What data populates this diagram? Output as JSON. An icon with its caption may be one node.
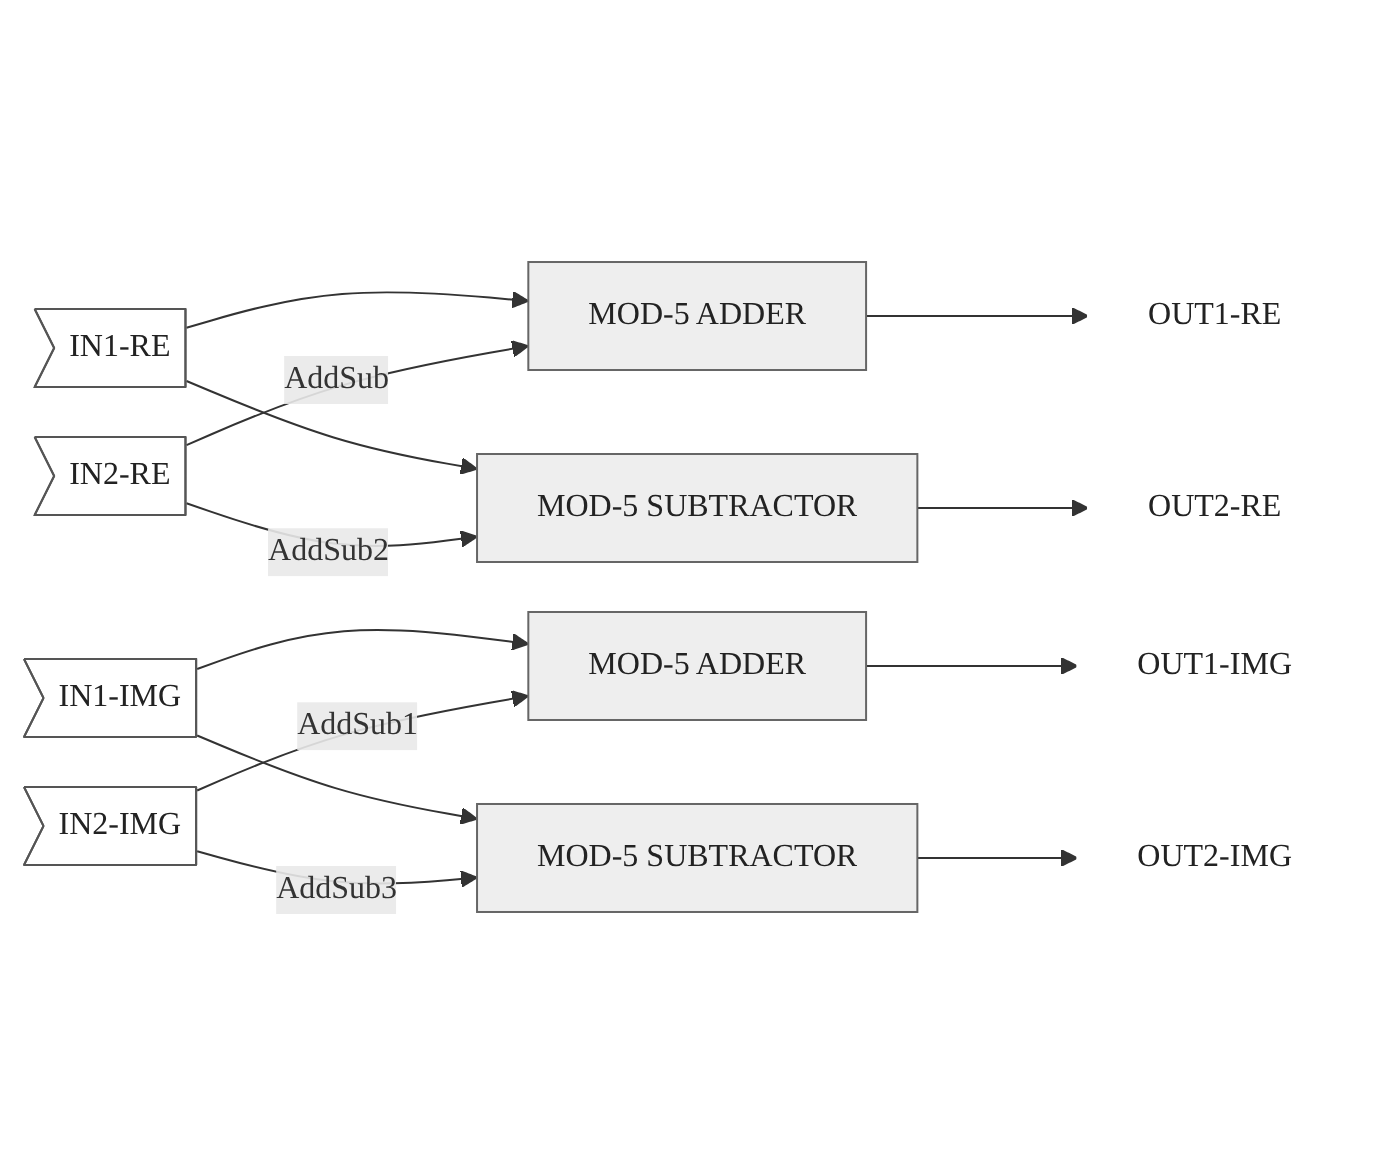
{
  "diagram": {
    "nodes": [
      {
        "text": [
          "IN1-RE"
        ]
      },
      {
        "text": [
          "IN1-IMG"
        ]
      },
      {
        "text": [
          "IN2-RE"
        ]
      },
      {
        "text": [
          "IN2-IMG"
        ]
      },
      {
        "text": [
          "MOD-5 ADDER"
        ]
      },
      {
        "text": [
          "MOD-5 ADDER"
        ]
      },
      {
        "text": [
          "MOD-5 SUBTRACTOR"
        ]
      },
      {
        "text": [
          "MOD-5 SUBTRACTOR"
        ]
      },
      {
        "text": [
          "OUT1-RE"
        ]
      },
      {
        "text": [
          "OUT1-IMG"
        ]
      },
      {
        "text": [
          "OUT2-RE"
        ]
      },
      {
        "text": [
          "OUT2-IMG"
        ]
      }
    ],
    "edges": [
      {
        "from": 0,
        "to": 4,
        "arrow": "to"
      },
      {
        "from": 2,
        "to": 4,
        "arrow": "to",
        "label": "AddSub"
      },
      {
        "from": 1,
        "to": 5,
        "arrow": "to"
      },
      {
        "from": 3,
        "to": 5,
        "arrow": "to",
        "label": "AddSub1"
      },
      {
        "from": 0,
        "to": 6,
        "arrow": "to"
      },
      {
        "from": 2,
        "to": 6,
        "arrow": "to",
        "label": "AddSub2"
      },
      {
        "from": 1,
        "to": 7,
        "arrow": "to"
      },
      {
        "from": 3,
        "to": 7,
        "arrow": "to",
        "label": "AddSub3"
      },
      {
        "from": 4,
        "to": 8,
        "arrow": "to"
      },
      {
        "from": 5,
        "to": 9,
        "arrow": "to"
      },
      {
        "from": 6,
        "to": 10,
        "arrow": "to"
      },
      {
        "from": 7,
        "to": 11,
        "arrow": "to"
      }
    ]
  }
}
